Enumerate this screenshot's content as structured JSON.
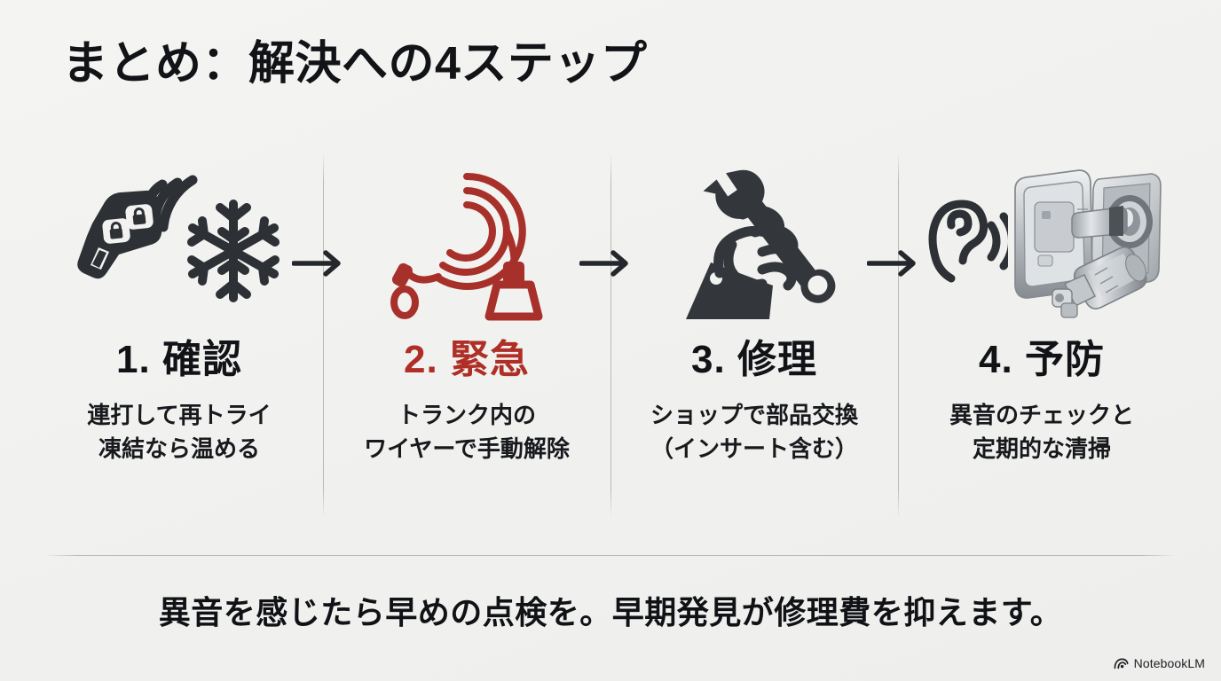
{
  "slide": {
    "title": "まとめ：解決への4ステップ",
    "background_color": "#f2f2f0",
    "accent_color": "#af2e26",
    "text_color": "#111317"
  },
  "steps": [
    {
      "heading": "1. 確認",
      "description": "連打して再トライ\n凍結なら温める",
      "accent": false,
      "icons": [
        "car-key-fob-icon",
        "signal-waves-icon",
        "snowflake-icon"
      ]
    },
    {
      "heading": "2. 緊急",
      "description": "トランク内の\nワイヤーで手動解除",
      "accent": true,
      "icons": [
        "coiled-cable-icon"
      ]
    },
    {
      "heading": "3. 修理",
      "description": "ショップで部品交換\n（インサート含む）",
      "accent": false,
      "icons": [
        "hand-holding-wrench-icon"
      ]
    },
    {
      "heading": "4. 予防",
      "description": "異音のチェックと\n定期的な清掃",
      "accent": false,
      "icons": [
        "ear-listening-icon",
        "sound-waves-icon",
        "fuel-door-actuator-illustration"
      ]
    }
  ],
  "arrows": [
    {
      "name": "arrow-step1-to-step2"
    },
    {
      "name": "arrow-step2-to-step3"
    },
    {
      "name": "arrow-step3-to-step4"
    }
  ],
  "footer": {
    "text": "異音を感じたら早めの点検を。早期発見が修理費を抑えます。"
  },
  "watermark": {
    "label": "NotebookLM",
    "icon": "notebooklm-logo-icon"
  }
}
